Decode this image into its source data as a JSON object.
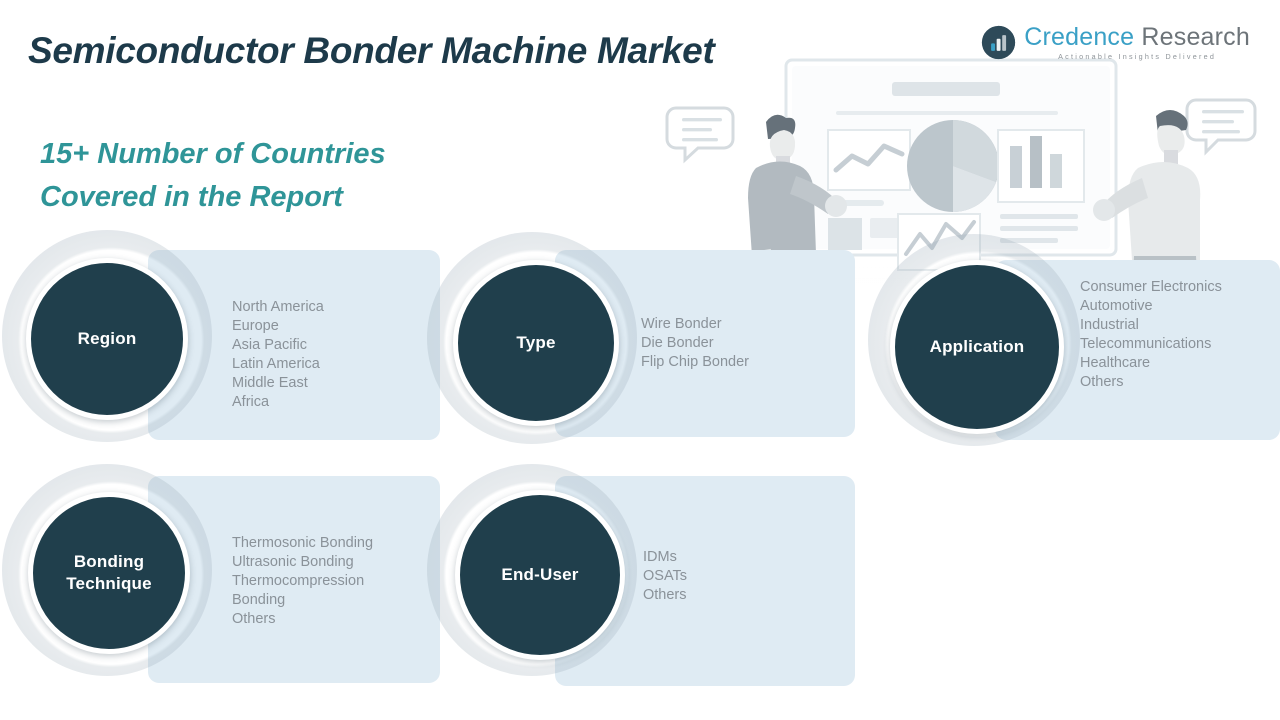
{
  "header": {
    "title": "Semiconductor Bonder Machine Market",
    "subtitle": "15+ Number of Countries\nCovered in the Report",
    "title_color": "#1d3a4a",
    "subtitle_color": "#2f9598"
  },
  "logo": {
    "word_primary": "Credence",
    "word_secondary": "Research",
    "tagline": "Actionable Insights Delivered",
    "primary_color": "#3aa0c6",
    "secondary_color": "#6d7479",
    "mark_icon": "bar-chart-circle-icon"
  },
  "theme": {
    "circle_fill": "#203f4c",
    "panel_fill": "#dfebf3",
    "list_text": "#8a9299",
    "circle_label": "#ffffff"
  },
  "segments": [
    {
      "key": "region",
      "label": "Region",
      "items": "North America\nEurope\nAsia Pacific\nLatin America\nMiddle East\nAfrica"
    },
    {
      "key": "type",
      "label": "Type",
      "items": "Wire Bonder\nDie Bonder\nFlip Chip Bonder"
    },
    {
      "key": "application",
      "label": "Application",
      "items": "Consumer Electronics\nAutomotive\nIndustrial\nTelecommunications\nHealthcare\nOthers"
    },
    {
      "key": "bonding_technique",
      "label": "Bonding\nTechnique",
      "items": "Thermosonic Bonding\nUltrasonic Bonding\nThermocompression\nBonding\nOthers"
    },
    {
      "key": "end_user",
      "label": "End-User",
      "items": "IDMs\nOSATs\nOthers"
    }
  ],
  "illustration": {
    "name": "business-analytics-presentation-illustration",
    "elements": [
      "whiteboard",
      "pie-chart",
      "bar-chart",
      "line-chart",
      "presenter-woman",
      "presenter-man",
      "speech-bubble-left",
      "speech-bubble-right"
    ]
  }
}
